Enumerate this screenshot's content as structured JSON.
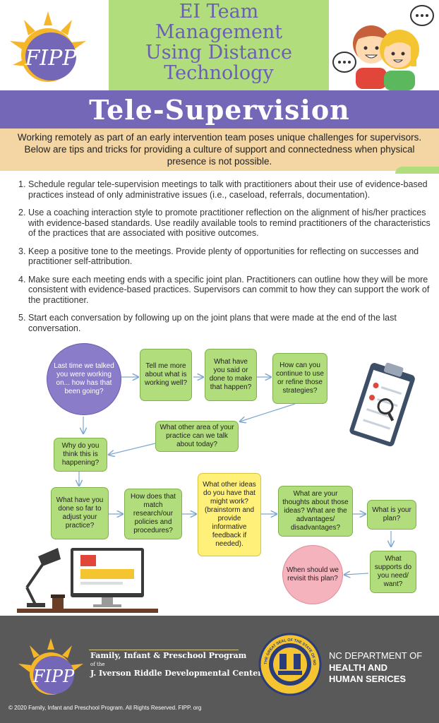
{
  "header": {
    "logo_text": "FIPP",
    "title_lines": [
      "EI Team",
      "Management",
      "Using Distance",
      "Technology"
    ]
  },
  "banner": {
    "title": "Tele-Supervision"
  },
  "intro": {
    "text": "Working remotely as part of an early intervention team poses unique challenges for supervisors. Below are tips and tricks for providing a culture of support and connectedness when physical presence is not possible."
  },
  "tips": [
    {
      "num": "1.",
      "text": "Schedule regular tele-supervision meetings to talk with practitioners about their use of evidence-based practices instead of only administrative issues (i.e., caseload, referrals, documentation)."
    },
    {
      "num": "2.",
      "text": "Use a coaching interaction style to promote practitioner reflection on the alignment of his/her practices with evidence-based standards. Use readily available tools to remind practitioners of the characteristics of the practices that are associated with positive outcomes."
    },
    {
      "num": "3.",
      "text": "Keep a positive tone to the meetings. Provide plenty of opportunities for reflecting on successes and practitioner self-attribution."
    },
    {
      "num": "4.",
      "text": "Make sure each meeting ends with a specific joint plan. Practitioners can outline how they will be more consistent with evidence-based practices. Supervisors can commit to how they can support the work of the practitioner."
    },
    {
      "num": "5.",
      "text": "Start each conversation by following up on the joint plans that were made at the end of the last conversation."
    }
  ],
  "flow": {
    "start": "Last time we talked you were working on... how has that been going?",
    "tell_me": "Tell me more about what is working well?",
    "what_done": "What have you said or done to make that happen?",
    "continue": "How can you continue to use or refine those strategies?",
    "other_area": "What other area of your practice can we talk about today?",
    "why": "Why do you think this is happening?",
    "adjust": "What have you done so far to adjust your practice?",
    "match": "How does that match research/our policies and procedures?",
    "other_ideas": "What other ideas do you have that might work? (brainstorm and provide informative feedback if needed).",
    "thoughts": "What are your thoughts about those ideas? What are the advantages/ disadvantages?",
    "plan": "What is your plan?",
    "supports": "What supports do you need/ want?",
    "revisit": "When should we revisit this plan?"
  },
  "footer": {
    "fipp_logo_text": "FIPP",
    "fipp_name": "Family, Infant & Preschool Program",
    "fipp_of": "of the",
    "fipp_center": "J. Iverson Riddle Developmental Center",
    "seal_text": "THE GREAT SEAL OF THE STATE OF NORTH CAROLINA",
    "nc_dept": "NC DEPARTMENT OF",
    "nc_health_1": "HEALTH AND",
    "nc_health_2": "HUMAN SERICES",
    "copyright": "© 2020 Family, Infant and Preschool Program. All Rights Reserved. FIPP. org"
  },
  "colors": {
    "purple": "#7567b8",
    "green": "#b2dd7c",
    "peach": "#f4d6a4",
    "yellow": "#fff07a",
    "pink": "#f4b3bd",
    "footer_gray": "#595959"
  },
  "icons": [
    "sun-logo-icon",
    "chat-people-icon",
    "clipboard-icon",
    "desk-lamp-icon",
    "monitor-icon",
    "coffee-cup-icon",
    "nc-seal-icon"
  ]
}
